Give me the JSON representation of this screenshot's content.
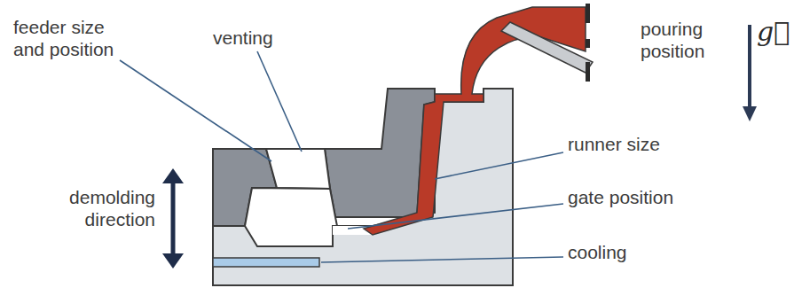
{
  "diagram": {
    "labels": [
      "feeder size and position",
      "venting",
      "pouring position",
      "g⃗",
      "runner size",
      "gate position",
      "cooling",
      "demolding direction"
    ]
  }
}
